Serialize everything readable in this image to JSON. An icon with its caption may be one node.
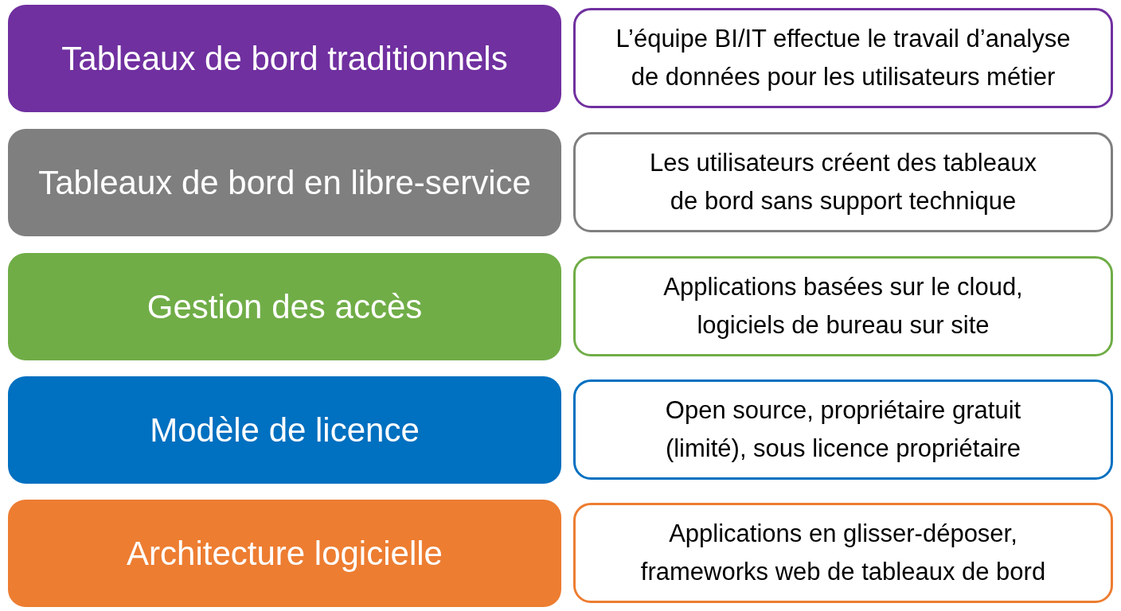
{
  "diagram": {
    "nodes": [
      {
        "text": [
          "Tableaux de bord traditionnels"
        ]
      },
      {
        "text": [
          "L’équipe BI/IT effectue le travail d’analyse de données pour les utilisateurs métier"
        ]
      },
      {
        "text": [
          "Tableaux de bord en libre-service"
        ]
      },
      {
        "text": [
          "Les utilisateurs créent des tableaux de bord sans support technique"
        ]
      },
      {
        "text": [
          "Gestion des accès"
        ]
      },
      {
        "text": [
          "Applications basées sur le cloud, logiciels de bureau sur site"
        ]
      },
      {
        "text": [
          "Modèle de licence"
        ]
      },
      {
        "text": [
          "Open source, propriétaire gratuit (limité), sous licence propriétaire"
        ]
      },
      {
        "text": [
          "Architecture logicielle"
        ]
      },
      {
        "text": [
          "Applications en glisser-déposer, frameworks web de tableaux de bord"
        ]
      }
    ]
  }
}
